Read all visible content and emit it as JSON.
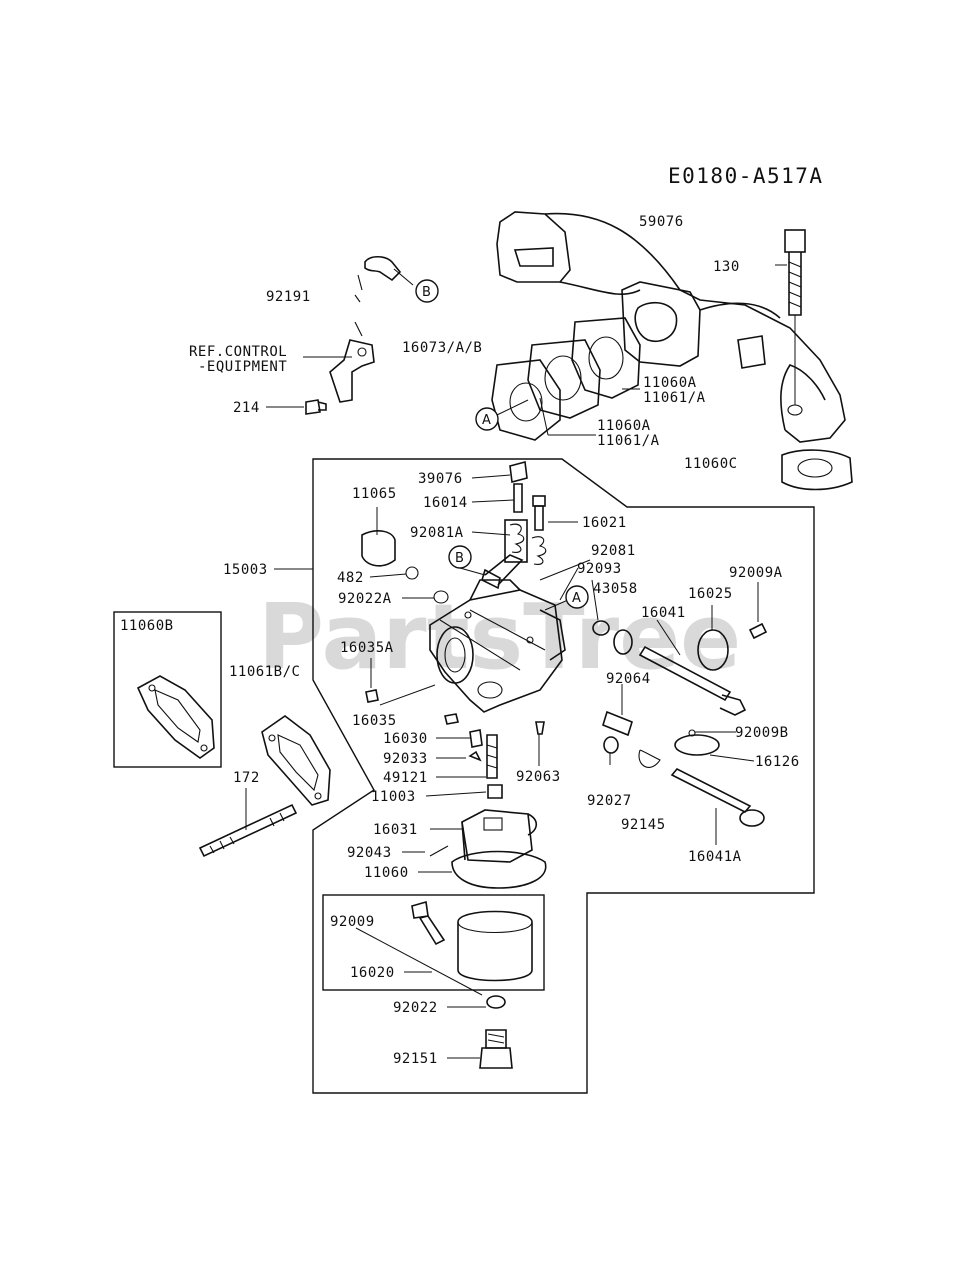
{
  "diagram_code": "E0180-A517A",
  "watermark": "PartsTree",
  "callouts": [
    "A",
    "B"
  ],
  "part_labels": [
    "59076",
    "130",
    "92191",
    "16073/A/B",
    "REF.CONTROL",
    "-EQUIPMENT",
    "214",
    "11060A",
    "11061/A",
    "11060A",
    "11061/A",
    "11060C",
    "39076",
    "16014",
    "11065",
    "92081A",
    "16021",
    "92081",
    "92093",
    "43058",
    "15003",
    "482",
    "92022A",
    "16025",
    "92009A",
    "16041",
    "11060B",
    "16035A",
    "11061B/C",
    "92064",
    "16035",
    "16030",
    "92009B",
    "92033",
    "16126",
    "49121",
    "92063",
    "172",
    "11003",
    "92027",
    "92145",
    "16031",
    "16041A",
    "92043",
    "11060",
    "92009",
    "16020",
    "92022",
    "92151"
  ]
}
